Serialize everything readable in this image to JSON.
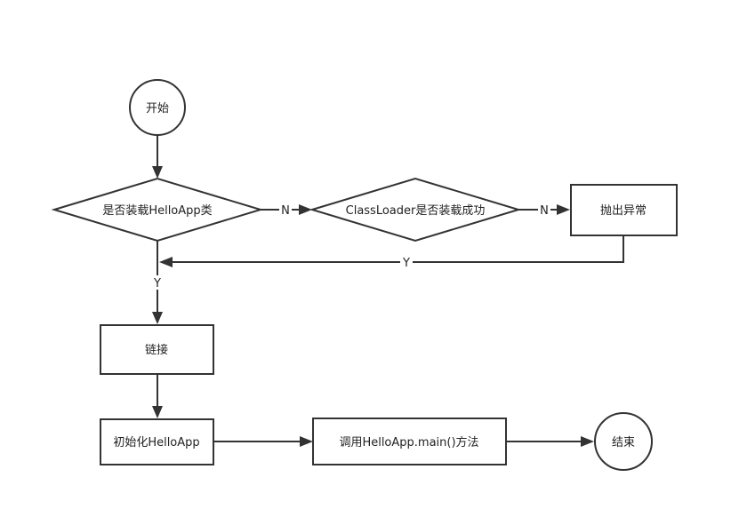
{
  "nodes": {
    "start": "开始",
    "check_loaded": "是否装载HelloApp类",
    "check_classloader": "ClassLoader是否装载成功",
    "throw": "抛出异常",
    "link": "链接",
    "init": "初始化HelloApp",
    "call_main": "调用HelloApp.main()方法",
    "end": "结束"
  },
  "edges": {
    "no_1": "N",
    "no_2": "N",
    "yes_back": "Y",
    "yes_down": "Y"
  }
}
